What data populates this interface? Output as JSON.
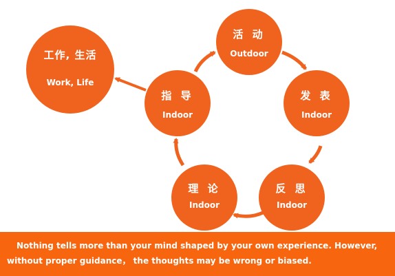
{
  "nodes": {
    "work_life": {
      "zh": "工作, 生活",
      "en": "Work, Life"
    },
    "activity": {
      "zh": "活 动",
      "en": "Outdoor"
    },
    "express": {
      "zh": "发 表",
      "en": "Indoor"
    },
    "reflect": {
      "zh": "反 思",
      "en": "Indoor"
    },
    "theory": {
      "zh": "理 论",
      "en": "Indoor"
    },
    "guide": {
      "zh": "指 导",
      "en": "Indoor"
    }
  },
  "caption": {
    "line1": "Nothing tells more than your mind shaped by your own experience. However,",
    "line2": "without proper guidance， the thoughts may be wrong or biased."
  },
  "colors": {
    "node": "#f0631e",
    "banner": "#f8650f",
    "arrow": "#f0631e",
    "text": "#ffffff"
  }
}
